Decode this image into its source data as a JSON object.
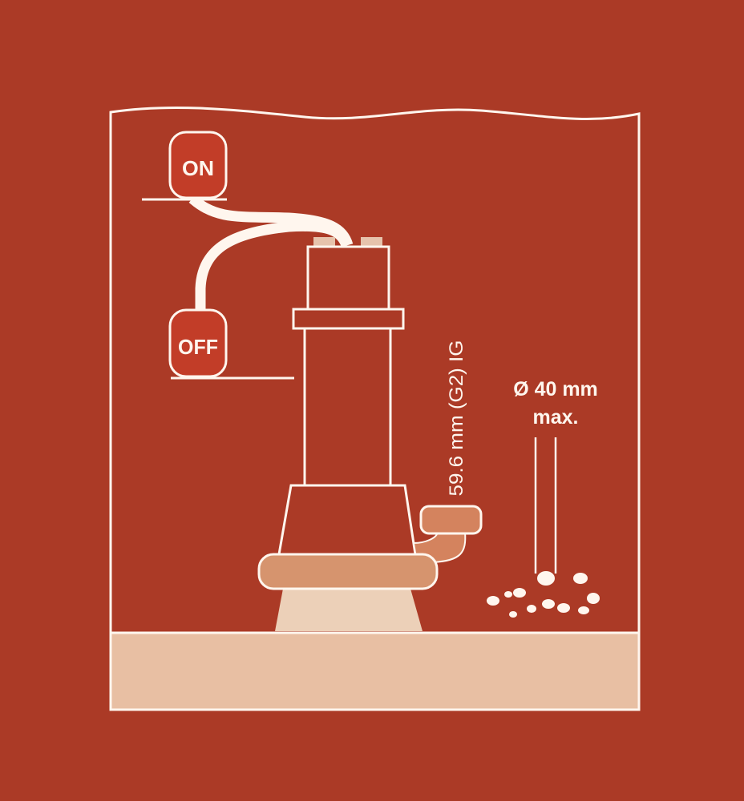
{
  "colors": {
    "background": "#ab3a26",
    "outline": "#fff6ee",
    "floor": "#e8bfa3",
    "pump_base_ring": "#d6946e",
    "pump_foot": "#ecd0b8",
    "outlet": "#d4835e"
  },
  "float_switch": {
    "on_label": "ON",
    "off_label": "OFF"
  },
  "outlet_label": "59.6 mm (G2) IG",
  "particle_size": {
    "line1": "Ø 40 mm",
    "line2": "max."
  }
}
